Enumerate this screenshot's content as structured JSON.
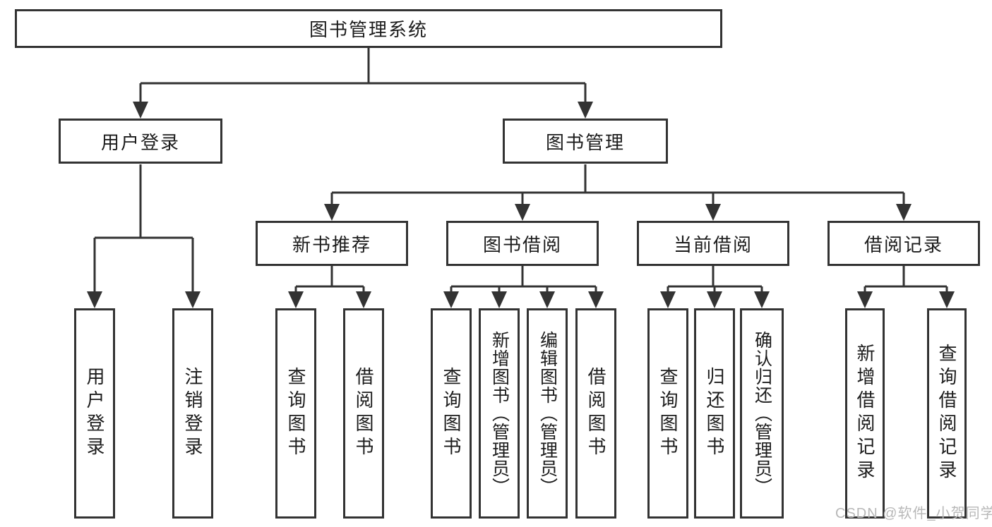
{
  "title": "图书管理系统",
  "tree": {
    "label": "图书管理系统",
    "children": [
      {
        "label": "用户登录",
        "children": [
          {
            "label": "用户登录"
          },
          {
            "label": "注销登录"
          }
        ]
      },
      {
        "label": "图书管理",
        "children": [
          {
            "label": "新书推荐",
            "children": [
              {
                "label": "查询图书"
              },
              {
                "label": "借阅图书"
              }
            ]
          },
          {
            "label": "图书借阅",
            "children": [
              {
                "label": "查询图书"
              },
              {
                "label": "新增图书（管理员）"
              },
              {
                "label": "编辑图书（管理员）"
              },
              {
                "label": "借阅图书"
              }
            ]
          },
          {
            "label": "当前借阅",
            "children": [
              {
                "label": "查询图书"
              },
              {
                "label": "归还图书"
              },
              {
                "label": "确认归还（管理员）"
              }
            ]
          },
          {
            "label": "借阅记录",
            "children": [
              {
                "label": "新增借阅记录"
              },
              {
                "label": "查询借阅记录"
              }
            ]
          }
        ]
      }
    ]
  },
  "watermark": {
    "text": "CSDN @软件_小贺同学",
    "color": "#b8b8b8"
  },
  "colors": {
    "line": "#333333",
    "ink": "#1c1c1c",
    "background": "#ffffff"
  }
}
